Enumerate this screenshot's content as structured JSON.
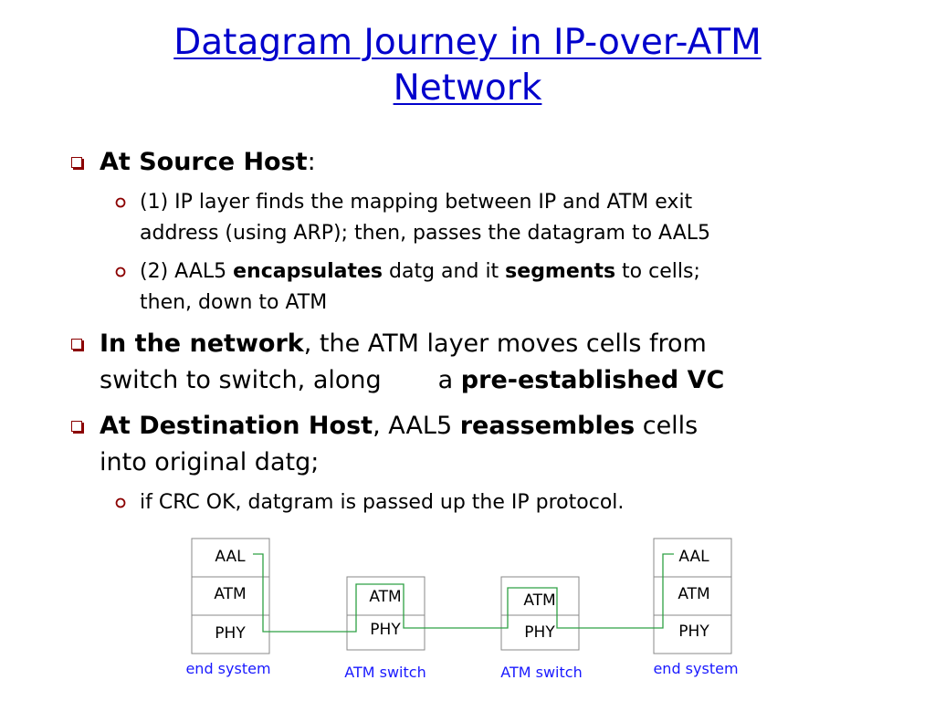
{
  "slide": {
    "title_line1": "Datagram Journey in IP-over-ATM",
    "title_line2": "Network",
    "colors": {
      "title": "#0000cc",
      "bullet": "#8b0000",
      "path": "#2ea043",
      "caption": "#1a1aff"
    }
  },
  "bullets": {
    "source": {
      "head": "At Source Host",
      "tail": ":",
      "sub1": "(1) IP layer finds the mapping between IP and ATM exit address (using ARP); then, passes the datagram to AAL5",
      "sub1_line1": "(1) IP layer finds the mapping between IP and ATM exit",
      "sub1_line2": "address (using ARP); then, passes the datagram to AAL5",
      "sub2_a": "(2) AAL5 ",
      "sub2_b": "encapsulates",
      "sub2_c": " datg and it ",
      "sub2_d": "segments",
      "sub2_e": " to cells;",
      "sub2_line2": "then, down to ATM"
    },
    "network": {
      "head": "In the network",
      "line1_rest": ", the ATM layer moves cells from",
      "line2_a": "switch to switch, along",
      "line2_b": "a ",
      "line2_c": "pre-established VC"
    },
    "destination": {
      "head": "At Destination Host",
      "line1_a": ", AAL5 ",
      "line1_b": "reassembles",
      "line1_c": " cells",
      "line2": "into original datg;",
      "sub1": "if CRC OK, datgram is passed up the IP protocol."
    }
  },
  "diagram": {
    "layers": {
      "aal": "AAL",
      "atm": "ATM",
      "phy": "PHY"
    },
    "captions": {
      "end_left": "end system",
      "switch_left": "ATM switch",
      "switch_right": "ATM switch",
      "end_right": "end system"
    }
  }
}
